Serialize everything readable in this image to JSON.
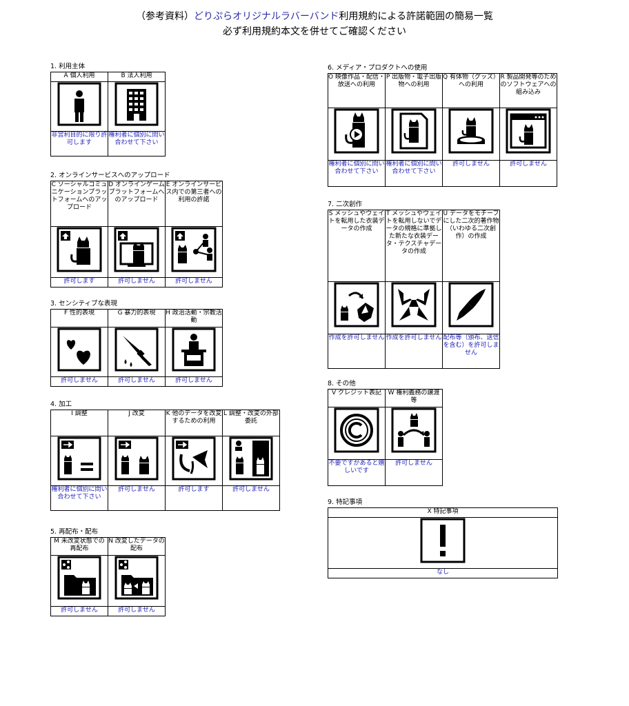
{
  "header": {
    "line1_prefix": "（参考資料）",
    "line1_brand": "どりぷらオリジナルラバーバンド",
    "line1_suffix": "利用規約による許諾範囲の簡易一覧",
    "line2": "必ず利用規約本文を併せてご確認ください"
  },
  "sections": {
    "s1": {
      "title": "1. 利用主体",
      "items": [
        {
          "label": "A 個人利用",
          "icon": "person-icon",
          "result": "非営利目的に限り許可します"
        },
        {
          "label": "B 法人利用",
          "icon": "office-building-icon",
          "result": "権利者に個別に問い合わせて下さい"
        }
      ]
    },
    "s2": {
      "title": "2. オンラインサービスへのアップロード",
      "items": [
        {
          "label": "C ソーシャルコミュニケーションプラットフォームへのアップロード",
          "icon": "upload-avatar-icon",
          "result": "許可します"
        },
        {
          "label": "D オンラインゲームプラットフォームへのアップロード",
          "icon": "upload-game-icon",
          "result": "許可しません"
        },
        {
          "label": "E オンラインサービス内での第三者への利用の許諾",
          "icon": "upload-share-icon",
          "result": "許可しません"
        }
      ]
    },
    "s3": {
      "title": "3. センシティブな表現",
      "items": [
        {
          "label": "F 性的表現",
          "icon": "hearts-icon",
          "result": "許可しません"
        },
        {
          "label": "G 暴力的表現",
          "icon": "knife-icon",
          "result": "許可しません"
        },
        {
          "label": "H 政治活動・宗教活動",
          "icon": "podium-speaker-icon",
          "result": "許可しません"
        }
      ]
    },
    "s4": {
      "title": "4. 加工",
      "items": [
        {
          "label": "I 調整",
          "icon": "adjust-equal-icon",
          "result": "権利者に個別に問い合わせて下さい"
        },
        {
          "label": "J 改変",
          "icon": "modify-icon",
          "result": "許可しません"
        },
        {
          "label": "K 他のデータを改変するための利用",
          "icon": "bow-part-icon",
          "result": "許可します"
        },
        {
          "label": "L 調整・改変の外部委託",
          "icon": "outsource-icon",
          "result": "許可しません"
        }
      ]
    },
    "s5": {
      "title": "5. 再配布・配布",
      "items": [
        {
          "label": "M 未改変状態での再配布",
          "icon": "share-folder-icon",
          "result": "許可しません"
        },
        {
          "label": "N 改変したデータの配布",
          "icon": "share-modified-icon",
          "result": "許可しません"
        }
      ]
    },
    "s6": {
      "title": "6. メディア・プロダクトへの使用",
      "items": [
        {
          "label": "O 映像作品・配信・放送への利用",
          "icon": "video-play-icon",
          "result": "権利者に個別に問い合わせて下さい"
        },
        {
          "label": "P 出版物・電子出版物への利用",
          "icon": "publication-icon",
          "result": "権利者に個別に問い合わせて下さい"
        },
        {
          "label": "Q 有体物（グッズ）への利用",
          "icon": "figure-goods-icon",
          "result": "許可しません"
        },
        {
          "label": "R 製品開発等のためのソフトウェアへの組み込み",
          "icon": "software-window-icon",
          "result": "許可しません"
        }
      ]
    },
    "s7": {
      "title": "7. 二次創作",
      "items": [
        {
          "label": "S メッシュやウェイトを転用した衣装データの作成",
          "icon": "costume-convert-icon",
          "result": "作成を許可しません"
        },
        {
          "label": "T メッシュやウェイトを転用しないでデータの規格に準拠した新たな衣装データ・テクスチャデータの作成",
          "icon": "ribbon-costume-icon",
          "result": "作成を許可しません"
        },
        {
          "label": "U データをモチーフにした二次的著作物（いわゆる二次創作）の作成",
          "icon": "pen-nib-icon",
          "result": "配布等（頒布、送信を含む）を許可しません"
        }
      ]
    },
    "s8": {
      "title": "8. その他",
      "items": [
        {
          "label": "V クレジット表記",
          "icon": "copyright-icon",
          "result": "不要ですがあると嬉しいです"
        },
        {
          "label": "W 権利義務の譲渡等",
          "icon": "transfer-rights-icon",
          "result": "許可しません"
        }
      ]
    },
    "s9": {
      "title": "9. 特記事項",
      "items": [
        {
          "label": "X 特記事項",
          "icon": "exclamation-icon",
          "result": "なし"
        }
      ]
    }
  },
  "colors": {
    "result_text": "#2424b8",
    "brand_text": "#2c2ca8"
  }
}
